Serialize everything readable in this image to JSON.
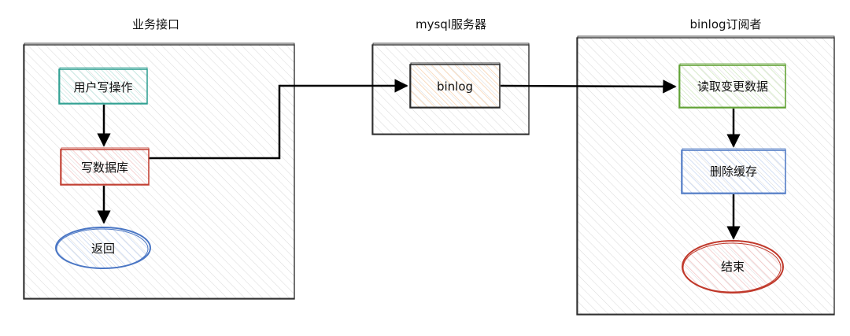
{
  "columns": {
    "business": {
      "title": "业务接口"
    },
    "mysql": {
      "title": "mysql服务器"
    },
    "subscriber": {
      "title": "binlog订阅者"
    }
  },
  "nodes": {
    "user_write": {
      "label": "用户写操作",
      "color": "#2a9d8f"
    },
    "write_db": {
      "label": "写数据库",
      "color": "#c0392b"
    },
    "return": {
      "label": "返回",
      "color": "#4a76c4"
    },
    "binlog": {
      "label": "binlog",
      "color": "#e07b25"
    },
    "read_change": {
      "label": "读取变更数据",
      "color": "#5a9e2c"
    },
    "delete_cache": {
      "label": "删除缓存",
      "color": "#4a76c4"
    },
    "end": {
      "label": "结束",
      "color": "#c0392b"
    }
  }
}
